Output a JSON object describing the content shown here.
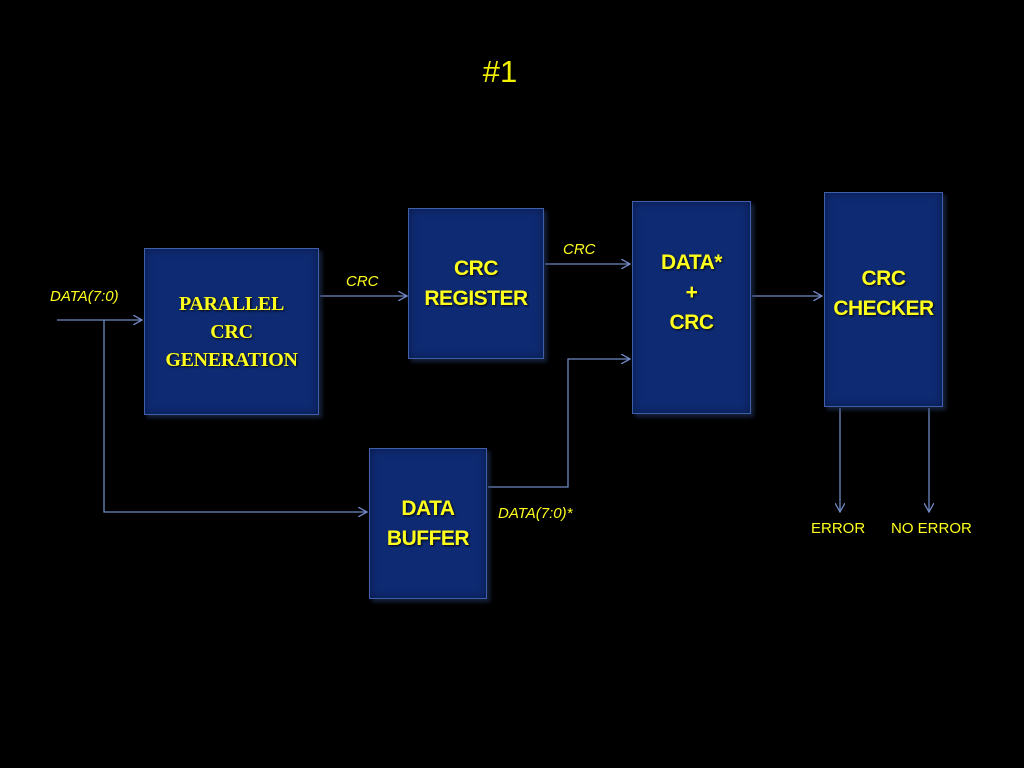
{
  "title": "#1",
  "blocks": {
    "parallel_crc_generation": "PARALLEL\nCRC\nGENERATION",
    "crc_register": "CRC\nREGISTER",
    "data_crc": "DATA*\n+\nCRC",
    "crc_checker": "CRC\nCHECKER",
    "data_buffer": "DATA\nBUFFER"
  },
  "labels": {
    "data_in": "DATA(7:0)",
    "crc_1": "CRC",
    "crc_2": "CRC",
    "data_star": "DATA(7:0)*",
    "error": "ERROR",
    "no_error": "NO ERROR"
  },
  "colors": {
    "background": "#000000",
    "block_fill": "#0e2a72",
    "text": "#ffff1e",
    "wire": "#6f89c4"
  }
}
